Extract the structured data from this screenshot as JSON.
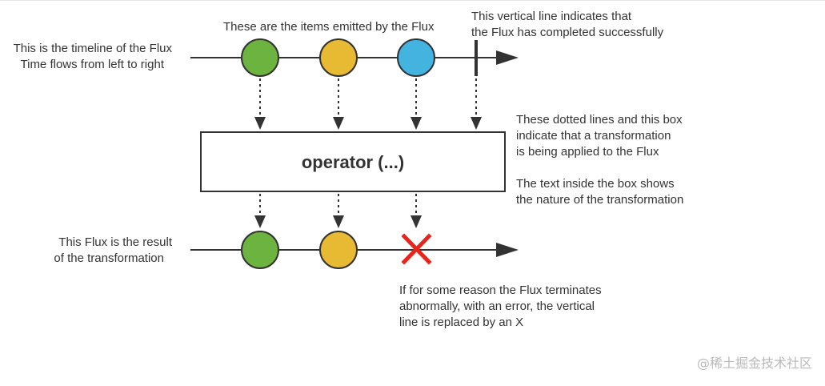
{
  "annotations": {
    "timeline_line1": "This is the timeline of the Flux",
    "timeline_line2": "Time flows from left to right",
    "items_emitted": "These are the items emitted by the Flux",
    "vertical_line1": "This vertical line indicates that",
    "vertical_line2": "the Flux has completed successfully",
    "dotted_line1": "These dotted lines and this box",
    "dotted_line2": "indicate that a transformation",
    "dotted_line3": "is being applied to the Flux",
    "text_box_line1": "The text inside the box shows",
    "text_box_line2": "the nature of the transformation",
    "result_line1": "This Flux is the result",
    "result_line2": "of the transformation",
    "error_line1": "If for some reason the Flux terminates",
    "error_line2": "abnormally, with an error, the vertical",
    "error_line3": "line is replaced by an X"
  },
  "operator": {
    "label": "operator (...)"
  },
  "colors": {
    "green": "#6cb33f",
    "yellow": "#e8b933",
    "blue": "#43b4e0",
    "error_x": "#e8251c",
    "line": "#333333"
  },
  "watermark": "@稀土掘金技术社区"
}
